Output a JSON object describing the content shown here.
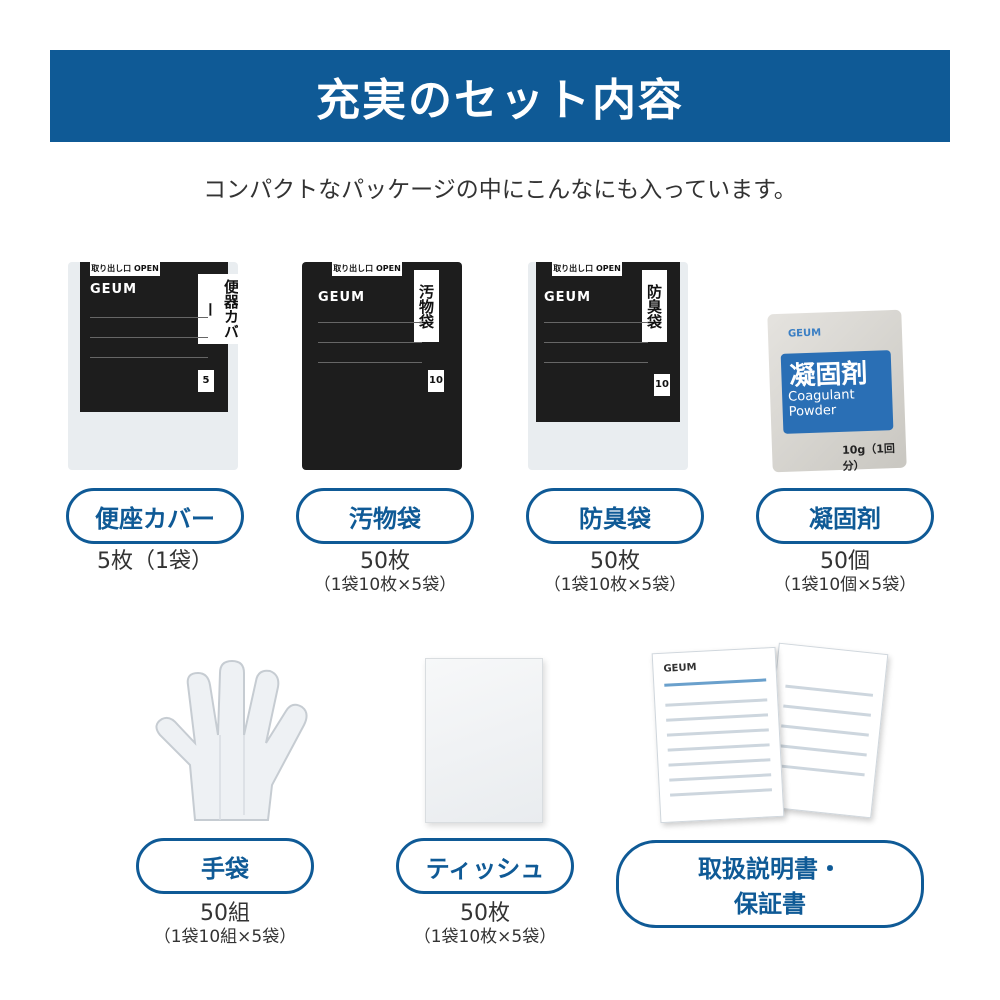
{
  "header": {
    "title": "充実のセット内容",
    "subtitle": "コンパクトなパッケージの中にこんなにも入っています。"
  },
  "colors": {
    "accent": "#0f5a96",
    "text": "#333333"
  },
  "items": [
    {
      "label": "便座カバー",
      "qty": "5枚（1袋）",
      "qty_sub": "",
      "package_label": "便器カバー",
      "count_badge": "5",
      "image": "toilet-seat-cover-package"
    },
    {
      "label": "汚物袋",
      "qty": "50枚",
      "qty_sub": "（1袋10枚×5袋）",
      "package_label": "汚物袋",
      "count_badge": "10",
      "image": "waste-bag-package"
    },
    {
      "label": "防臭袋",
      "qty": "50枚",
      "qty_sub": "（1袋10枚×5袋）",
      "package_label": "防臭袋",
      "count_badge": "10",
      "image": "odor-proof-bag-package"
    },
    {
      "label": "凝固剤",
      "qty": "50個",
      "qty_sub": "（1袋10個×5袋）",
      "package_label": "凝固剤",
      "package_en": "Coagulant Powder",
      "package_weight": "10g（1回分）",
      "image": "coagulant-sachet"
    },
    {
      "label": "手袋",
      "qty": "50組",
      "qty_sub": "（1袋10組×5袋）",
      "image": "plastic-glove"
    },
    {
      "label": "ティッシュ",
      "qty": "50枚",
      "qty_sub": "（1袋10枚×5袋）",
      "image": "tissue-pack"
    },
    {
      "label_line1": "取扱説明書・",
      "label_line2": "保証書",
      "image": "instruction-manual"
    }
  ],
  "package": {
    "brand": "GEUM",
    "tag": "取り出し口 OPEN"
  }
}
